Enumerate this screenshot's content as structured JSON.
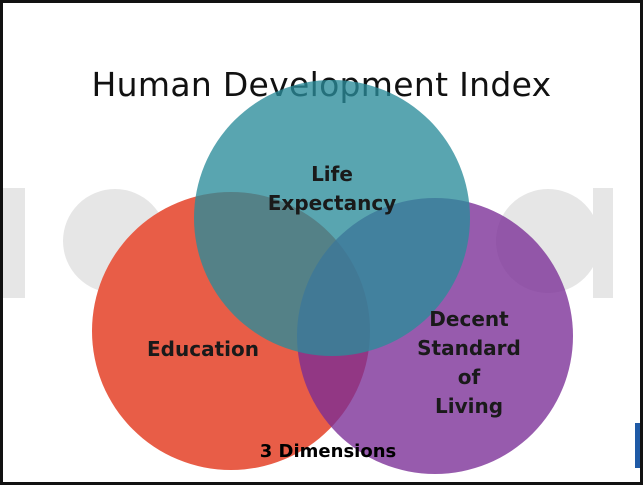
{
  "title": "Human Development Index",
  "dimensions": [
    {
      "id": "life",
      "lines": [
        "Life",
        "Expectancy"
      ],
      "color": "#2a8c9a"
    },
    {
      "id": "education",
      "lines": [
        "Education"
      ],
      "color": "#e85d47"
    },
    {
      "id": "living",
      "lines": [
        "Decent",
        "Standard",
        "of",
        "Living"
      ],
      "color": "#7a2d96"
    }
  ],
  "caption": "3 Dimensions",
  "watermark_color": "#e6e6e6"
}
